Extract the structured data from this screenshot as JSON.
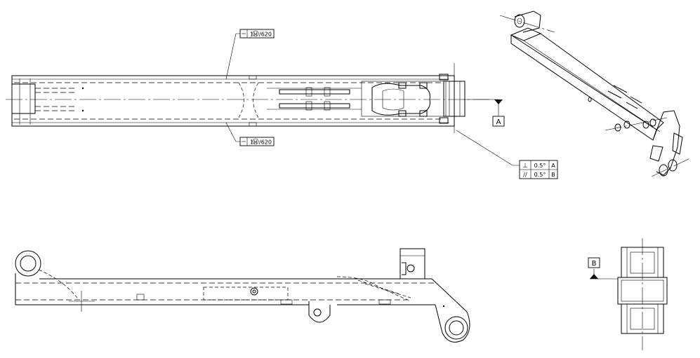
{
  "drawing": {
    "callout_top": {
      "symbol": "1",
      "modifier": "M",
      "value": "/620"
    },
    "callout_bottom": {
      "symbol": "1",
      "modifier": "M",
      "value": "/620"
    },
    "datum_a": {
      "label": "A"
    },
    "datum_b": {
      "label": "B"
    },
    "fcf_rows": [
      {
        "symbol": "⊥",
        "tolerance": "0.5°",
        "datum": "A"
      },
      {
        "symbol": "//",
        "tolerance": "0.5°",
        "datum": "B"
      }
    ]
  }
}
